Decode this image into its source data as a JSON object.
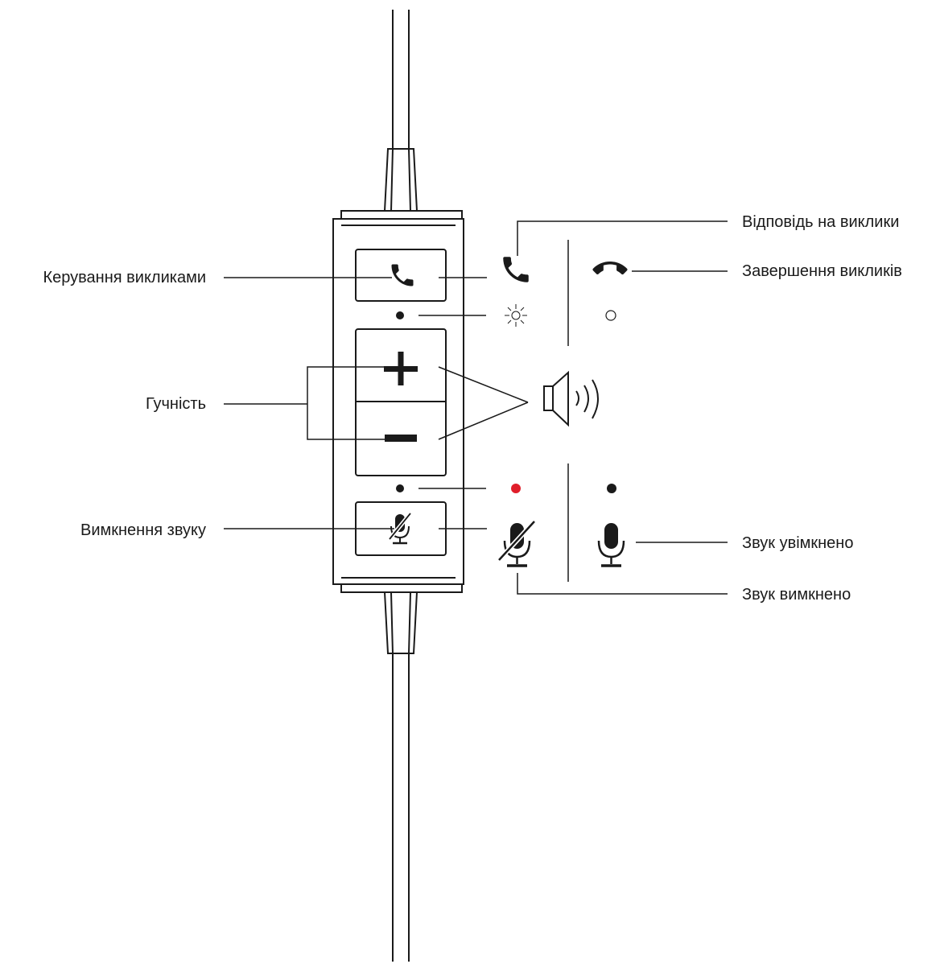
{
  "labels": {
    "call_control": "Керування викликами",
    "volume": "Гучність",
    "mute": "Вимкнення звуку",
    "answer_call": "Відповідь на виклики",
    "end_call": "Завершення викликів",
    "unmuted": "Звук увімкнено",
    "muted": "Звук вимкнено"
  },
  "icons": {
    "call_button": "phone-icon",
    "volume_up": "plus-icon",
    "volume_down": "minus-icon",
    "mute_button": "microphone-muted-icon",
    "answer_state": "phone-icon",
    "end_state": "phone-hangup-icon",
    "call_led_active": "led-blinking-icon",
    "call_led_idle": "led-off-icon",
    "speaker": "speaker-icon",
    "mute_led_on": "led-red-icon",
    "mute_led_off": "led-dark-icon",
    "mic_muted": "microphone-muted-icon",
    "mic_unmuted": "microphone-icon"
  },
  "colors": {
    "line": "#1a1a1a",
    "mute_led": "#e01e2a",
    "background": "#ffffff"
  }
}
